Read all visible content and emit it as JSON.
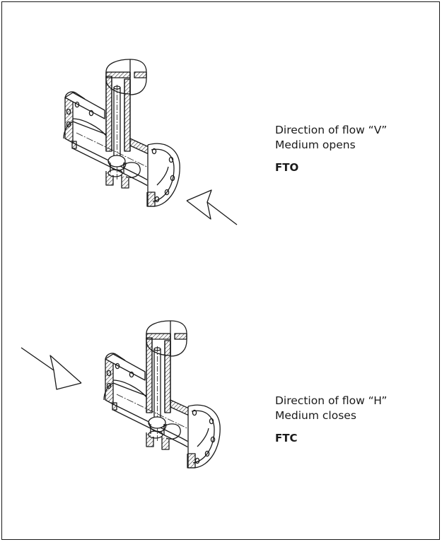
{
  "figures": [
    {
      "direction": "Direction of flow “V”",
      "medium": "Medium opens",
      "code": "FTO"
    },
    {
      "direction": "Direction of flow “H”",
      "medium": "Medium closes",
      "code": "FTC"
    }
  ],
  "colors": {
    "line": "#1a1a1a",
    "background": "#ffffff"
  }
}
